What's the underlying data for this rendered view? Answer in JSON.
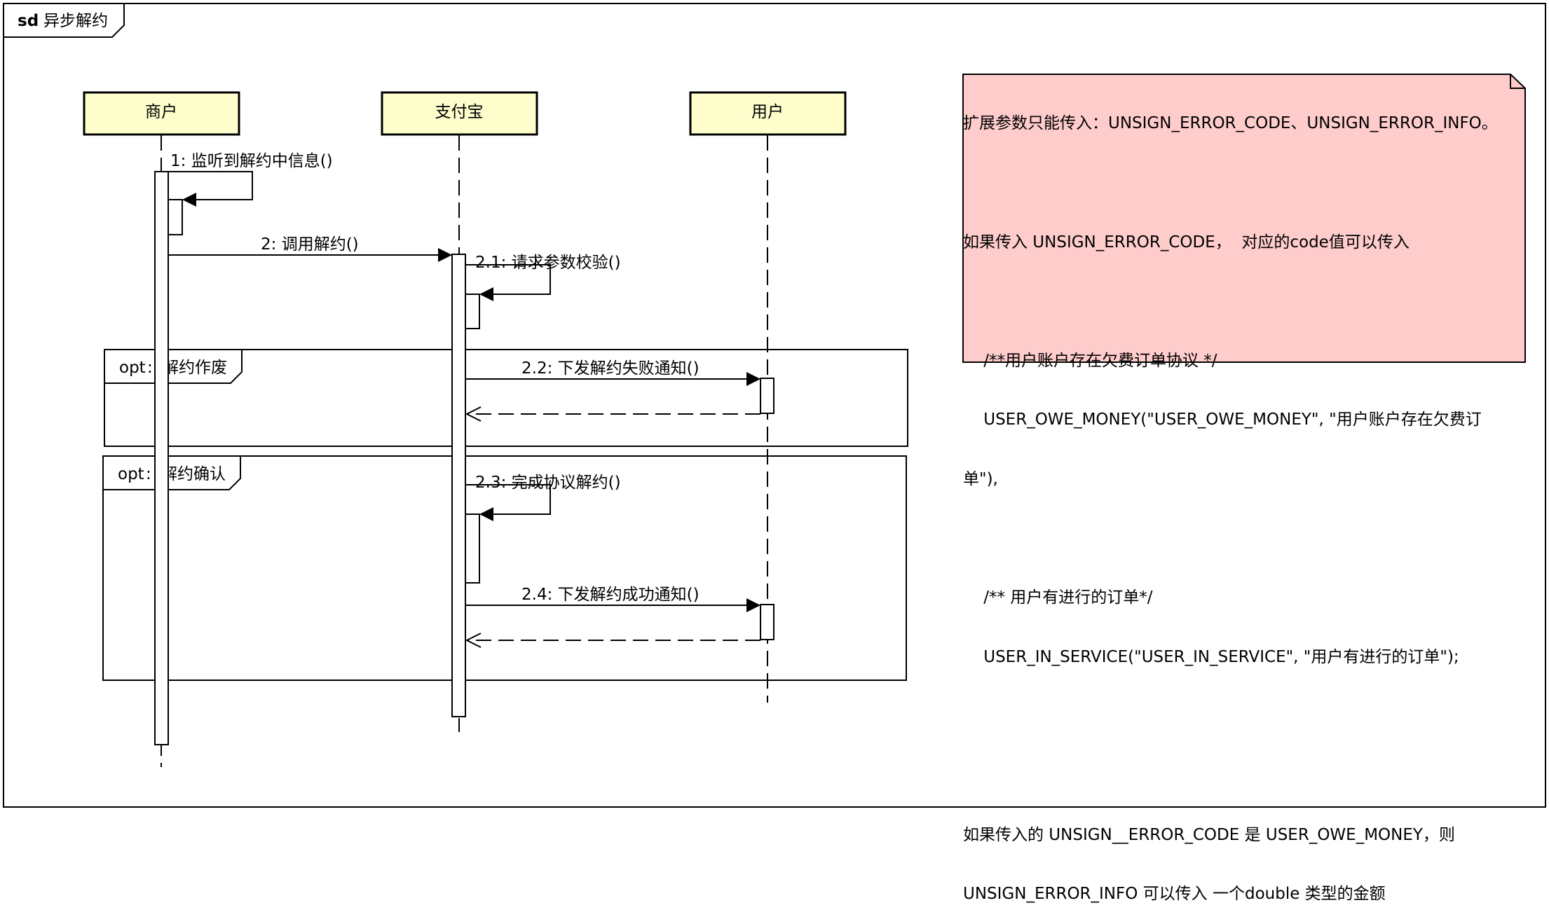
{
  "frame": {
    "keyword": "sd",
    "title": "异步解约"
  },
  "lifelines": [
    {
      "name": "商户"
    },
    {
      "name": "支付宝"
    },
    {
      "name": "用户"
    }
  ],
  "messages": [
    {
      "label": "1: 监听到解约中信息()",
      "from": "商户",
      "to": "商户",
      "kind": "self-call"
    },
    {
      "label": "2: 调用解约()",
      "from": "商户",
      "to": "支付宝",
      "kind": "sync"
    },
    {
      "label": "2.1: 请求参数校验()",
      "from": "支付宝",
      "to": "支付宝",
      "kind": "self-call"
    },
    {
      "label": "2.2: 下发解约失败通知()",
      "from": "支付宝",
      "to": "用户",
      "kind": "sync"
    },
    {
      "label": "2.3: 完成协议解约()",
      "from": "支付宝",
      "to": "支付宝",
      "kind": "self-call"
    },
    {
      "label": "2.4: 下发解约成功通知()",
      "from": "支付宝",
      "to": "用户",
      "kind": "sync"
    }
  ],
  "fragments": [
    {
      "operator": "opt",
      "guard": "解约作废"
    },
    {
      "operator": "opt",
      "guard": "解约确认"
    }
  ],
  "note": {
    "lines": [
      "扩展参数只能传入：UNSIGN_ERROR_CODE、UNSIGN_ERROR_INFO。",
      "",
      "如果传入 UNSIGN_ERROR_CODE，  对应的code值可以传入",
      "",
      "    /**用户账户存在欠费订单协议 */",
      "    USER_OWE_MONEY(\"USER_OWE_MONEY\", \"用户账户存在欠费订",
      "单\"),",
      "",
      "    /** 用户有进行的订单*/",
      "    USER_IN_SERVICE(\"USER_IN_SERVICE\", \"用户有进行的订单\");",
      "",
      "",
      "如果传入的 UNSIGN__ERROR_CODE 是 USER_OWE_MONEY，则",
      "UNSIGN_ERROR_INFO 可以传入 一个double 类型的金额"
    ]
  },
  "colors": {
    "lifeline_head_fill": "#fefecd",
    "note_fill": "#ffcccc",
    "line": "#000000",
    "background": "#ffffff"
  }
}
